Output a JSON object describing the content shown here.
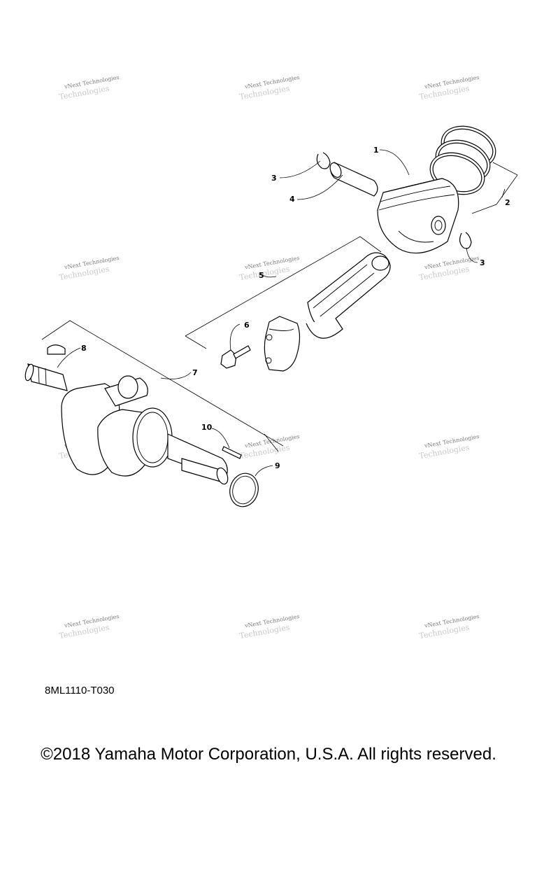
{
  "watermark": {
    "line1": "vNext Technologies",
    "line2": "Technologies"
  },
  "callouts": [
    "1",
    "2",
    "3",
    "4",
    "3",
    "5",
    "6",
    "7",
    "8",
    "9",
    "10"
  ],
  "drawing_code": "8ML1110-T030",
  "copyright": "©2018 Yamaha Motor Corporation, U.S.A. All rights reserved."
}
